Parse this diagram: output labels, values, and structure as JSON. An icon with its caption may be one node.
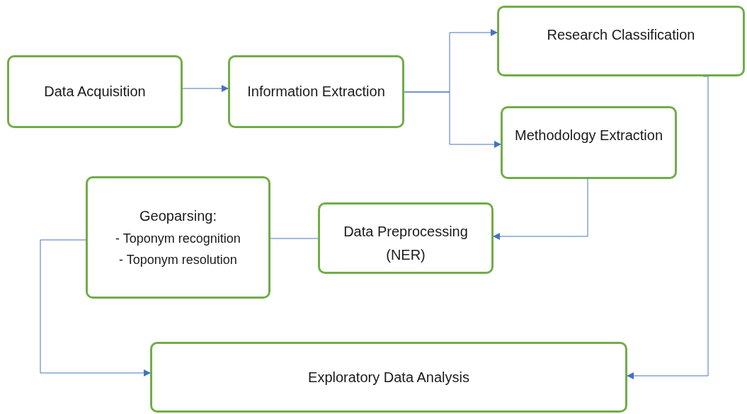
{
  "diagram": {
    "nodes": [
      {
        "text": [
          "Data Acquisition"
        ]
      },
      {
        "text": [
          "Information Extraction"
        ]
      },
      {
        "text": [
          "Research Classification"
        ]
      },
      {
        "text": [
          "Methodology Extraction"
        ]
      },
      {
        "text": [
          "Geoparsing:",
          "- Toponym recognition",
          "- Toponym resolution"
        ]
      },
      {
        "text": [
          "Data Preprocessing (NER)"
        ]
      },
      {
        "text": [
          "Exploratory Data Analysis"
        ]
      }
    ],
    "edges": [
      {
        "from": 0,
        "to": 1,
        "arrow": "to"
      },
      {
        "from": 1,
        "to": 2,
        "arrow": "to"
      },
      {
        "from": 1,
        "to": 3,
        "arrow": "to"
      },
      {
        "from": 3,
        "to": 5,
        "arrow": "to"
      },
      {
        "from": 5,
        "to": 4,
        "arrow": "none"
      },
      {
        "from": 4,
        "to": 6,
        "arrow": "to"
      },
      {
        "from": 2,
        "to": 6,
        "arrow": "to"
      }
    ]
  }
}
